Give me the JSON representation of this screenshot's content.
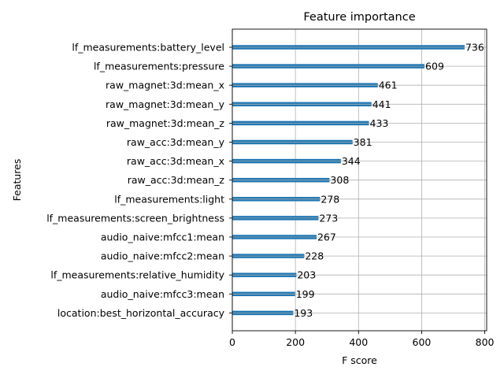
{
  "chart_data": {
    "type": "bar",
    "orientation": "horizontal",
    "title": "Feature importance",
    "xlabel": "F score",
    "ylabel": "Features",
    "categories": [
      "lf_measurements:battery_level",
      "lf_measurements:pressure",
      "raw_magnet:3d:mean_x",
      "raw_magnet:3d:mean_y",
      "raw_magnet:3d:mean_z",
      "raw_acc:3d:mean_y",
      "raw_acc:3d:mean_x",
      "raw_acc:3d:mean_z",
      "lf_measurements:light",
      "lf_measurements:screen_brightness",
      "audio_naive:mfcc1:mean",
      "audio_naive:mfcc2:mean",
      "lf_measurements:relative_humidity",
      "audio_naive:mfcc3:mean",
      "location:best_horizontal_accuracy"
    ],
    "values": [
      736,
      609,
      461,
      441,
      433,
      381,
      344,
      308,
      278,
      273,
      267,
      228,
      203,
      199,
      193
    ],
    "value_labels": [
      "736",
      "609",
      "461",
      "441",
      "433",
      "381",
      "344",
      "308",
      "278",
      "273",
      "267",
      "228",
      "203",
      "199",
      "193"
    ],
    "xlim": [
      0,
      800
    ],
    "xticks": [
      0,
      200,
      400,
      600,
      800
    ],
    "xtick_labels": [
      "0",
      "200",
      "400",
      "600",
      "800"
    ],
    "grid": true,
    "bar_color": "#1f77b4",
    "grid_color": "#b0b0b0"
  }
}
